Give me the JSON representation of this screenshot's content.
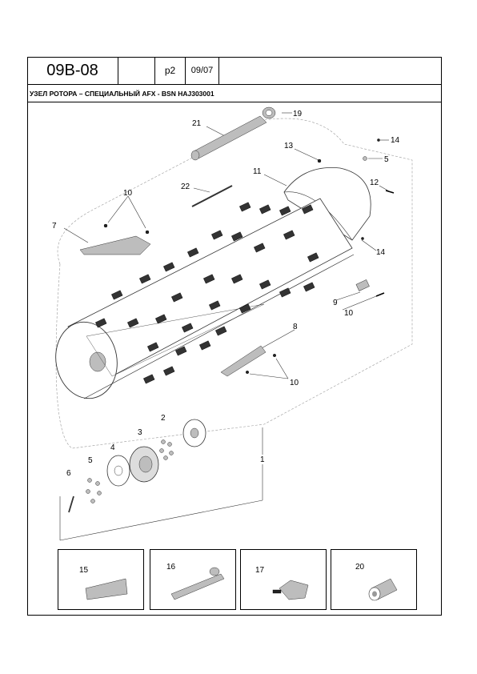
{
  "header": {
    "section_code": "09B-08",
    "empty_cell": "",
    "page": "p2",
    "date": "09/07"
  },
  "title": "УЗЕЛ РОТОРА – СПЕЦИАЛЬНЫЙ AFX - BSN HAJ303001",
  "callouts": [
    {
      "id": "c19",
      "text": "19"
    },
    {
      "id": "c21",
      "text": "21"
    },
    {
      "id": "c13",
      "text": "13"
    },
    {
      "id": "c14a",
      "text": "14"
    },
    {
      "id": "c5a",
      "text": "5"
    },
    {
      "id": "c11",
      "text": "11"
    },
    {
      "id": "c12",
      "text": "12"
    },
    {
      "id": "c22",
      "text": "22"
    },
    {
      "id": "c10a",
      "text": "10"
    },
    {
      "id": "c7",
      "text": "7"
    },
    {
      "id": "c14b",
      "text": "14"
    },
    {
      "id": "c9",
      "text": "9"
    },
    {
      "id": "c10b",
      "text": "10"
    },
    {
      "id": "c8",
      "text": "8"
    },
    {
      "id": "c10c",
      "text": "10"
    },
    {
      "id": "c2",
      "text": "2"
    },
    {
      "id": "c3",
      "text": "3"
    },
    {
      "id": "c4",
      "text": "4"
    },
    {
      "id": "c5b",
      "text": "5"
    },
    {
      "id": "c6",
      "text": "6"
    },
    {
      "id": "c1",
      "text": "1"
    }
  ],
  "inset_boxes": [
    {
      "label": "15"
    },
    {
      "label": "16"
    },
    {
      "label": "17"
    },
    {
      "label": "20"
    }
  ]
}
